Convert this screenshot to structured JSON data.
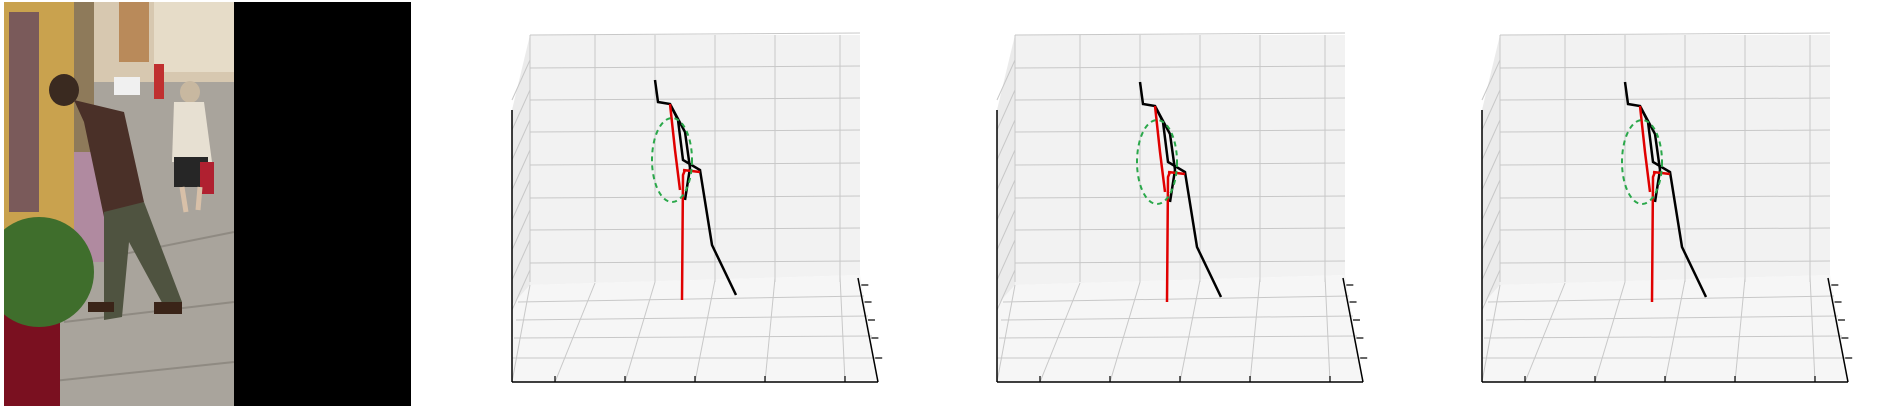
{
  "figure": {
    "photo": {
      "description_icon": "street-photo-icon",
      "colors": {
        "black_padding": "#000000",
        "pavement": "#a9a49c",
        "wall": "#c9a24e",
        "shirt": "#4a3028",
        "trousers": "#4f5340",
        "planter": "#7a1020",
        "foliage": "#3f6e2c"
      }
    },
    "plots": [
      {
        "id": "plot-1"
      },
      {
        "id": "plot-2"
      },
      {
        "id": "plot-3"
      }
    ],
    "colors": {
      "pane": "#f2f2f2",
      "pane_floor": "#f6f6f6",
      "grid": "#c8c8c8",
      "axis": "#000000",
      "skeleton_left": "#e00000",
      "skeleton_right": "#000000",
      "highlight_ellipse": "#2aa84a"
    }
  }
}
